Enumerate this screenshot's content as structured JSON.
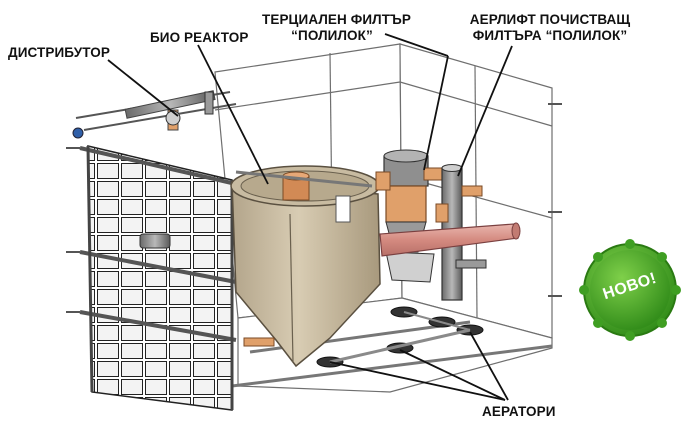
{
  "labels": {
    "distributor": "ДИСТРИБУТОР",
    "bio_reactor": "БИО РЕАКТОР",
    "tertiary_filter_line1": "ТЕРЦИАЛЕН ФИЛТЪР",
    "tertiary_filter_line2": "“ПОЛИЛОК”",
    "airlift_line1": "АЕРЛИФТ ПОЧИСТВАЩ",
    "airlift_line2": "ФИЛТЪРА “ПОЛИЛОК”",
    "aerators": "АЕРАТОРИ"
  },
  "badge": {
    "text": "НОВО!",
    "color": "#4caf2a"
  },
  "colors": {
    "reactor": "#c9bca3",
    "outlet_pipe": "#d99a93",
    "inlet_pipe": "#e0a06a",
    "frame": "#6c6c6c"
  }
}
